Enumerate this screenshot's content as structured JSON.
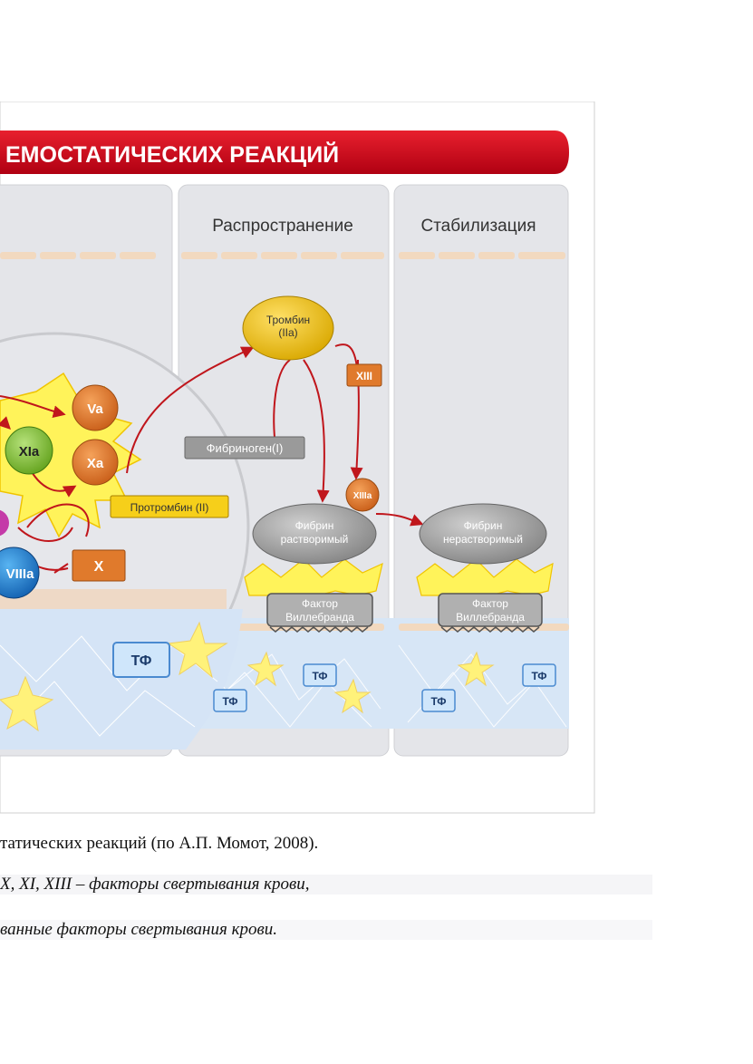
{
  "banner": {
    "title": "ЕМОСТАТИЧЕСКИХ РЕАКЦИЙ",
    "color": "#d0021b"
  },
  "columns": {
    "propagation": "Распространение",
    "stabilization": "Стабилизация"
  },
  "nodes": {
    "thrombin_line1": "Тромбин",
    "thrombin_line2": "(IIa)",
    "xiii": "XIII",
    "xiiia": "XIIIa",
    "fibrinogen": "Фибриноген(I)",
    "prothrombin": "Протромбин (II)",
    "va": "Va",
    "xa": "Xa",
    "xia": "XIa",
    "viiia": "VIIIa",
    "x": "X",
    "fibrin_sol_1": "Фибрин",
    "fibrin_sol_2": "растворимый",
    "fibrin_insol_1": "Фибрин",
    "fibrin_insol_2": "нерастворимый",
    "vwf_1_line1": "Фактор",
    "vwf_1_line2": "Виллебранда",
    "vwf_2_line1": "Фактор",
    "vwf_2_line2": "Виллебранда",
    "tf_big": "ТФ",
    "tf_1": "ТФ",
    "tf_2": "ТФ",
    "tf_3": "ТФ",
    "tf_4": "ТФ"
  },
  "colors": {
    "thrombin": "#f2c400",
    "factor_circle": "#e07a2c",
    "xia": "#8cc63f",
    "viiia": "#1e88d8",
    "x_box": "#e07a2c",
    "fibrin": "#9a9a9a",
    "arrow": "#c0161c"
  },
  "caption": {
    "line1": "татических реакций (по А.П. Момот, 2008).",
    "line2": "X, XI, XIII – факторы свертывания крови,",
    "line3": "ванные факторы свертывания крови."
  }
}
